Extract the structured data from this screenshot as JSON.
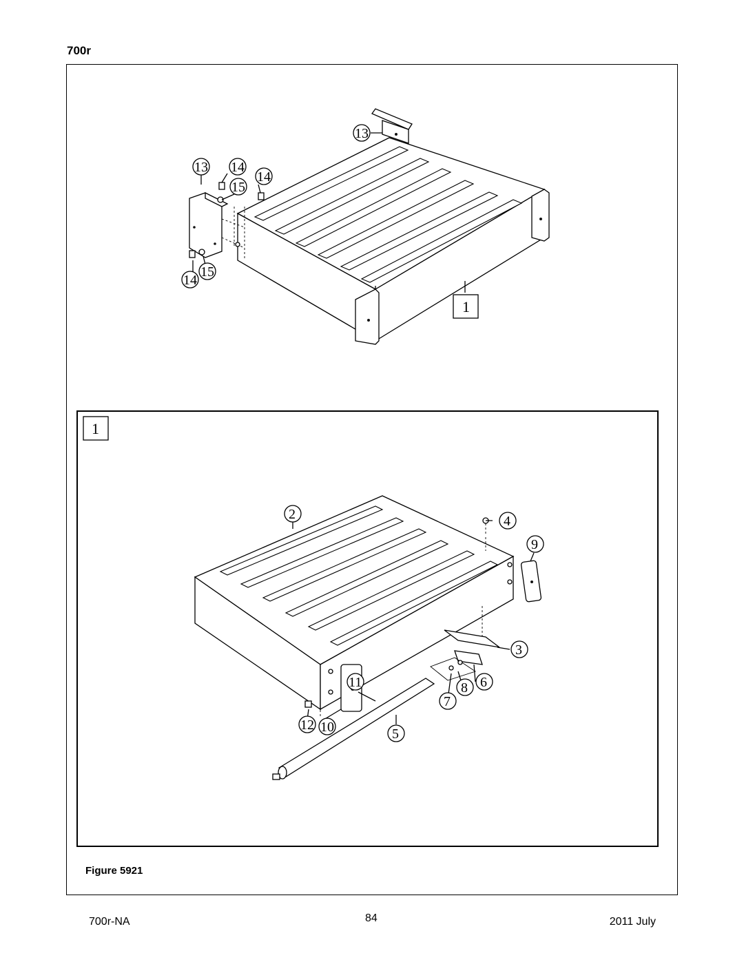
{
  "header": {
    "model": "700r"
  },
  "figure": {
    "caption": "Figure 5921",
    "assembly_label_top": "1",
    "assembly_label_inset": "1",
    "callouts_top": [
      "13",
      "13",
      "14",
      "14",
      "15",
      "14",
      "15"
    ],
    "callouts_bottom": [
      "2",
      "4",
      "9",
      "3",
      "11",
      "8",
      "6",
      "7",
      "12",
      "10",
      "5"
    ]
  },
  "footer": {
    "doc_id": "700r-NA",
    "page_number": "84",
    "date": "2011 July"
  }
}
